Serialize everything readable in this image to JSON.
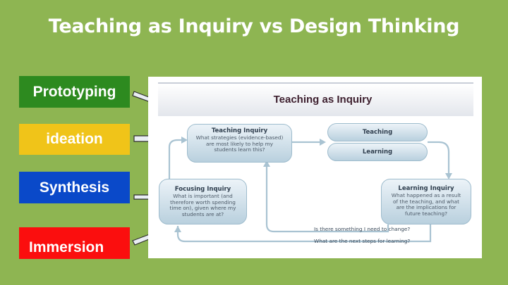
{
  "slide": {
    "title": "Teaching as Inquiry vs Design Thinking"
  },
  "labels": [
    {
      "text": "Prototyping",
      "color": "#2d8a1f"
    },
    {
      "text": "ideation",
      "color": "#f0c419"
    },
    {
      "text": "Synthesis",
      "color": "#0a49c9"
    },
    {
      "text": "Immersion",
      "color": "#fb0e0e"
    }
  ],
  "figure": {
    "title": "Teaching as Inquiry",
    "teaching_inquiry": {
      "title": "Teaching Inquiry",
      "lines": [
        "What strategies (evidence-based)",
        "are most likely to help my",
        "students learn this?"
      ]
    },
    "focusing_inquiry": {
      "title": "Focusing Inquiry",
      "lines": [
        "What is important (and",
        "therefore worth spending",
        "time on), given where my",
        "students are at?"
      ]
    },
    "teaching": "Teaching",
    "learning": "Learning",
    "learning_inquiry": {
      "title": "Learning Inquiry",
      "lines": [
        "What happened as a result",
        "of the teaching, and what",
        "are the implications for",
        "future teaching?"
      ]
    },
    "question_change": "Is there something I need to change?",
    "question_next": "What are the next steps for learning?"
  }
}
